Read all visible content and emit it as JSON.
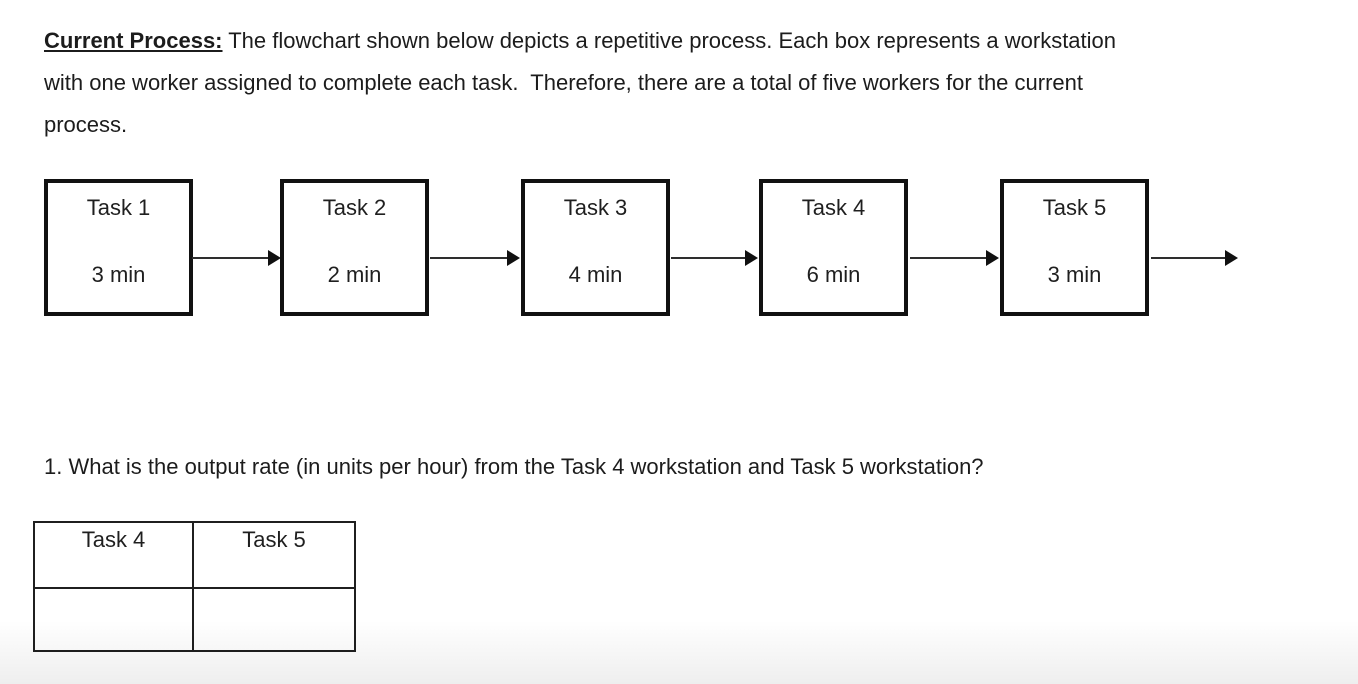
{
  "intro": {
    "label": "Current Process:",
    "line1": "The flowchart shown below depicts a repetitive process. Each box represents a workstation",
    "line2": "with one worker assigned to complete each task.  Therefore, there are a total of five workers for the current",
    "line3": "process."
  },
  "flowchart": {
    "tasks": [
      {
        "name": "Task 1",
        "time": "3 min"
      },
      {
        "name": "Task 2",
        "time": "2 min"
      },
      {
        "name": "Task 3",
        "time": "4 min"
      },
      {
        "name": "Task 4",
        "time": "6 min"
      },
      {
        "name": "Task 5",
        "time": "3 min"
      }
    ]
  },
  "question": {
    "text": "1. What is the output rate (in units per hour) from the Task 4 workstation and Task 5 workstation?"
  },
  "answer_table": {
    "headers": [
      "Task 4",
      "Task 5"
    ],
    "rows": [
      [
        "",
        ""
      ]
    ]
  },
  "colors": {
    "text": "#1f1f1f",
    "box_border": "#111111",
    "table_border": "#1f1f1f",
    "background": "#ffffff",
    "bottom_shade": "#efefef"
  }
}
